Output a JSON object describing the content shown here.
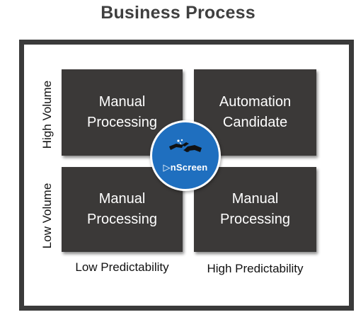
{
  "title": "Business Process",
  "y_axis": {
    "high": "High Volume",
    "low": "Low Volume"
  },
  "x_axis": {
    "low": "Low Predictability",
    "high": "High Predictability"
  },
  "quadrants": {
    "top_left": [
      "Manual",
      "Processing"
    ],
    "top_right": [
      "Automation",
      "Candidate"
    ],
    "bottom_left": [
      "Manual",
      "Processing"
    ],
    "bottom_right": [
      "Manual",
      "Processing"
    ]
  },
  "logo": {
    "text": "nScreen",
    "icon": "handshake-icon"
  },
  "colors": {
    "quadrant_fill": "#3b3938",
    "frame": "#3a3a3a",
    "logo_blue": "#1f6fbf",
    "title": "#3f3f3f"
  }
}
